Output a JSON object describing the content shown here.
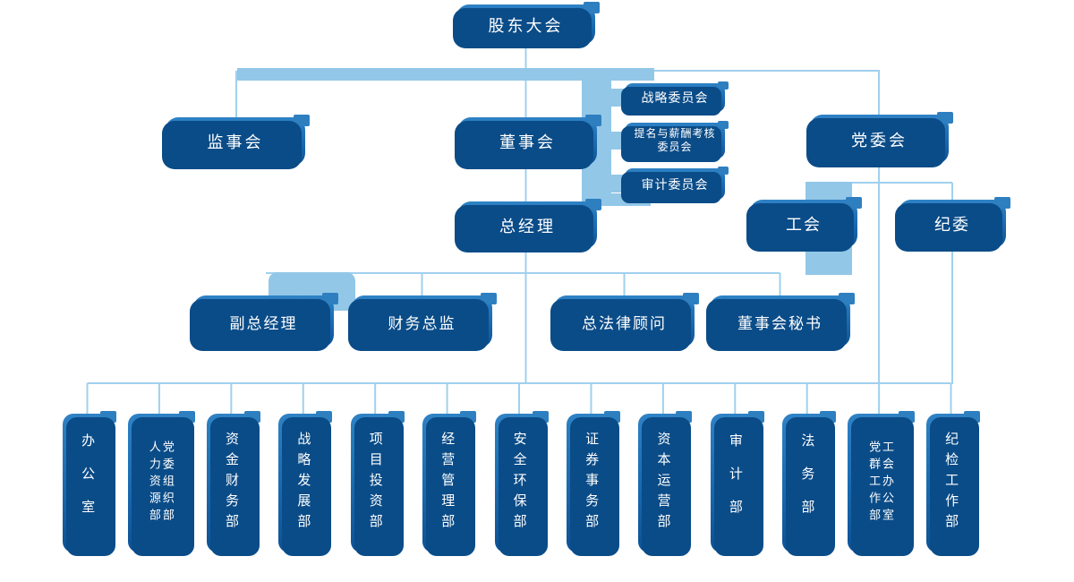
{
  "org_chart": {
    "root": {
      "label": "股东大会"
    },
    "supervisory_board": {
      "label": "监事会"
    },
    "board_of_directors": {
      "label": "董事会"
    },
    "party_committee": {
      "label": "党委会"
    },
    "committees": [
      {
        "label": "战略委员会"
      },
      {
        "label": "提名与薪酬考核\n委员会"
      },
      {
        "label": "审计委员会"
      }
    ],
    "general_manager": {
      "label": "总经理"
    },
    "labor_union": {
      "label": "工会"
    },
    "discipline_commission": {
      "label": "纪委"
    },
    "executives": [
      {
        "label": "副总经理"
      },
      {
        "label": "财务总监"
      },
      {
        "label": "总法律顾问"
      },
      {
        "label": "董事会秘书"
      }
    ],
    "departments": [
      {
        "label": "办公室"
      },
      {
        "label": "党委组织部\n人力资源部"
      },
      {
        "label": "资金财务部"
      },
      {
        "label": "战略发展部"
      },
      {
        "label": "项目投资部"
      },
      {
        "label": "经营管理部"
      },
      {
        "label": "安全环保部"
      },
      {
        "label": "证券事务部"
      },
      {
        "label": "资本运营部"
      },
      {
        "label": "审计部"
      },
      {
        "label": "法务部"
      },
      {
        "label": "工会办公室\n党群工作部"
      },
      {
        "label": "纪检工作部"
      }
    ],
    "colors": {
      "box_top": "#2f82c5",
      "box_bottom": "#0d5195",
      "box_shadow": "#0a4c88",
      "box_tab": "#2e7fc0",
      "connector": "#a0d0ee",
      "band": "#92c7e8",
      "text": "#ffffff"
    }
  }
}
